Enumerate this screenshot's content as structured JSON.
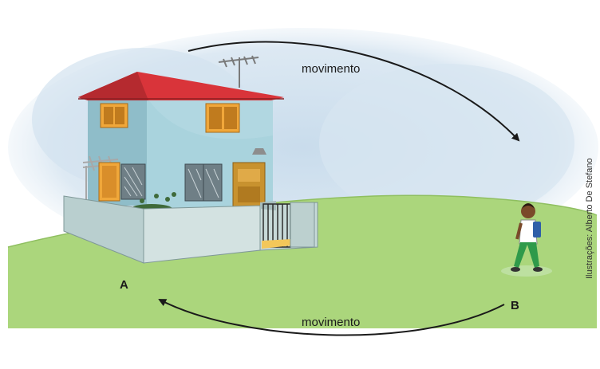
{
  "labels": {
    "motion_top": "movimento",
    "motion_bottom": "movimento",
    "point_a": "A",
    "point_b": "B"
  },
  "credit": "Ilustrações: Alberto De Stefano",
  "colors": {
    "grass": "#a9d67a",
    "sky": "#dbe9f4",
    "house_wall": "#a9d3dd",
    "roof": "#d9343a",
    "wall": "#c4d6d6",
    "window_frame": "#f0a73a",
    "arrow": "#1a1a1a"
  }
}
